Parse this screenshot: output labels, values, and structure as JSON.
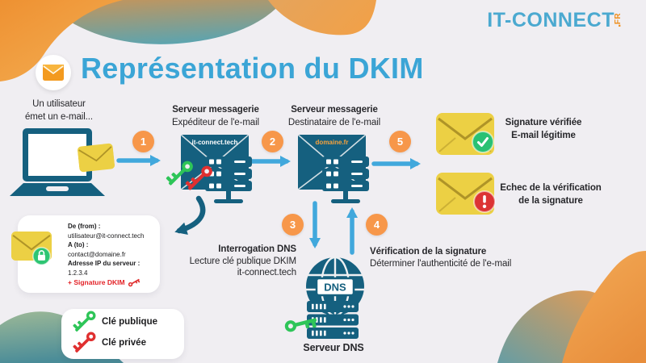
{
  "colors": {
    "background": "#f0eef2",
    "accent_blue": "#3ba5d6",
    "dark_teal": "#15607f",
    "arrow_blue": "#41a8dc",
    "step_orange": "#f7974a",
    "envelope_yellow": "#ecd044",
    "key_green": "#2ec558",
    "key_red": "#e03030",
    "alert_red": "#dc3434",
    "ok_green": "#29c173"
  },
  "logo": {
    "text": "IT-CONNECT",
    "suffix": "FR",
    "suffix_dot": "."
  },
  "header": {
    "title": "Représentation du DKIM"
  },
  "flow": {
    "user": {
      "line1": "Un utilisateur",
      "line2": "émet un e-mail..."
    },
    "sender": {
      "title": "Serveur messagerie",
      "subtitle": "Expéditeur de l'e-mail",
      "domain": "it-connect.tech"
    },
    "receiver": {
      "title": "Serveur messagerie",
      "subtitle": "Destinataire de l'e-mail",
      "domain": "domaine.fr"
    },
    "dns": {
      "box_label": "DNS",
      "caption": "Serveur DNS"
    },
    "result_ok": {
      "line1": "Signature vérifiée",
      "line2": "E-mail légitime"
    },
    "result_fail": {
      "line1": "Echec de la vérification",
      "line2": "de la signature"
    }
  },
  "steps": [
    "1",
    "2",
    "3",
    "4",
    "5"
  ],
  "annotations": {
    "dns_query": {
      "title": "Interrogation DNS",
      "line1": "Lecture clé publique DKIM",
      "line2": "it-connect.tech"
    },
    "verification": {
      "title": "Vérification de la signature",
      "line1": "Déterminer l'authenticité de l'e-mail"
    }
  },
  "email_card": {
    "from_label": "De (from) :",
    "from_value": "utilisateur@it-connect.tech",
    "to_label": "A (to) :",
    "to_value": "contact@domaine.fr",
    "ip_label": "Adresse IP du serveur :",
    "ip_value": "1.2.3.4",
    "dkim_label": "+ Signature DKIM"
  },
  "legend": {
    "public_label": "Clé publique",
    "private_label": "Clé privée"
  }
}
